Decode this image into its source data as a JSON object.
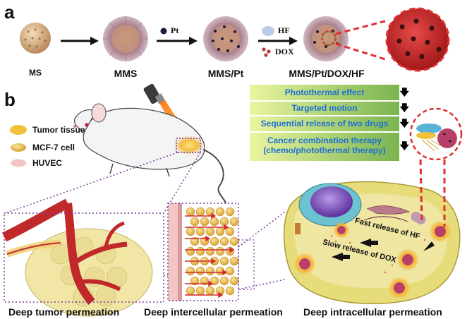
{
  "panel_a": {
    "letter": "a",
    "stages": [
      "MS",
      "MMS",
      "MMS/Pt",
      "MMS/Pt/DOX/HF"
    ],
    "reagent_pt": "Pt",
    "reagent_hf": "HF",
    "reagent_dox": "DOX"
  },
  "panel_b": {
    "letter": "b",
    "legend": [
      "Tumor tissue",
      "MCF-7 cell",
      "HUVEC"
    ],
    "features": [
      "Photothermal effect",
      "Targeted motion",
      "Sequential release of two drugs",
      "Cancer combination therapy",
      "(chemo/photothermal therapy)"
    ],
    "release_fast": "Fast release of HF",
    "release_slow": "Slow release of DOX",
    "captions": [
      "Deep tumor permeation",
      "Deep intercellular permeation",
      "Deep intracellular permeation"
    ]
  },
  "colors": {
    "feature_text": "#1f6fd6",
    "vessel": "#c0282a",
    "tumor": "#f1e6a6",
    "zoom_outline": "#e03030",
    "dotted_outline": "#7a3d9a"
  }
}
